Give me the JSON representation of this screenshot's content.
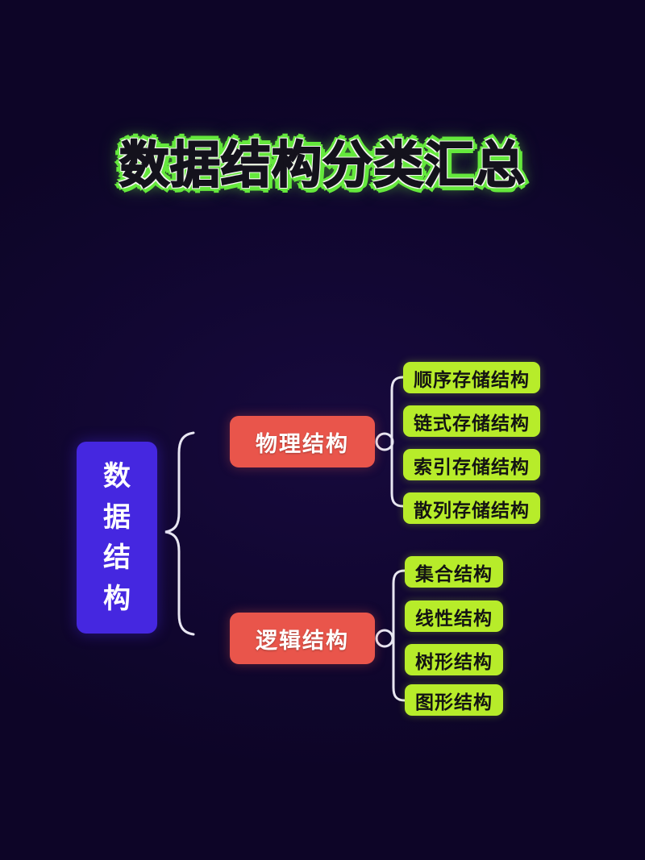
{
  "page": {
    "title": "数据结构分类汇总",
    "background_color": "#0f0630",
    "title_text_color": "#14121c",
    "title_glow_color": "#64e83c"
  },
  "colors": {
    "root_node": "#4527e0",
    "branch_node": "#e9554b",
    "leaf_node": "#b7ec2a",
    "connector": "#e8e6f2"
  },
  "diagram": {
    "root": {
      "label": "数据结构",
      "chars": [
        "数",
        "据",
        "结",
        "构"
      ]
    },
    "branches": [
      {
        "label": "物理结构",
        "leaves": [
          {
            "label": "顺序存储结构"
          },
          {
            "label": "链式存储结构"
          },
          {
            "label": "索引存储结构"
          },
          {
            "label": "散列存储结构"
          }
        ]
      },
      {
        "label": "逻辑结构",
        "leaves": [
          {
            "label": "集合结构"
          },
          {
            "label": "线性结构"
          },
          {
            "label": "树形结构"
          },
          {
            "label": "图形结构"
          }
        ]
      }
    ]
  }
}
